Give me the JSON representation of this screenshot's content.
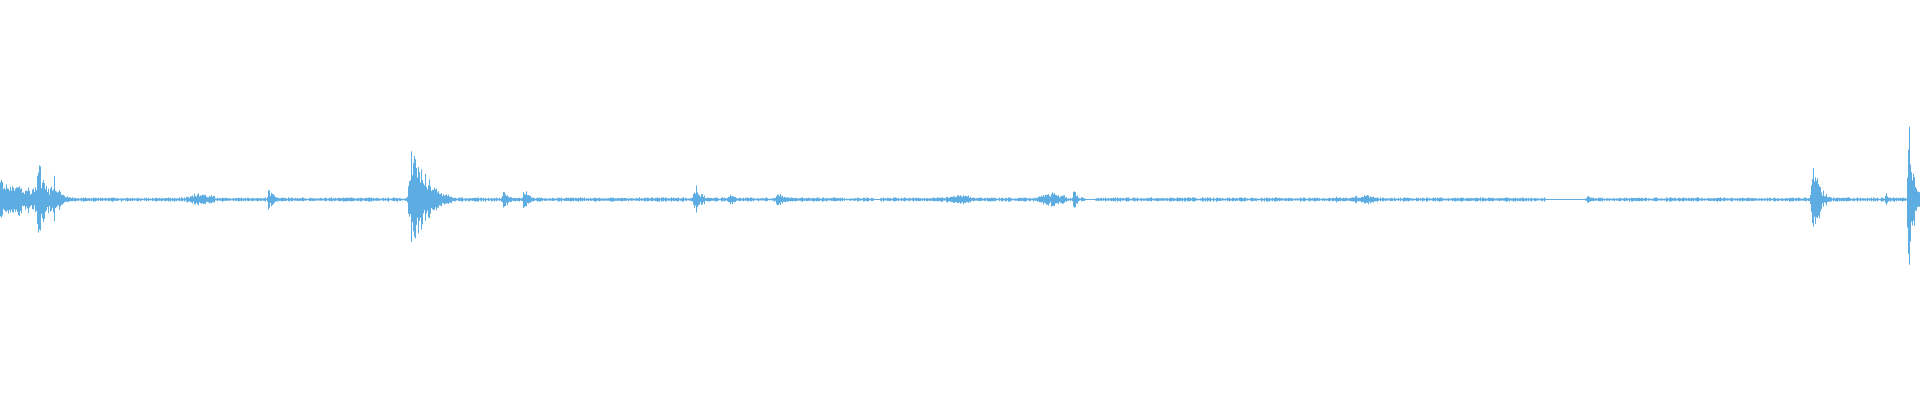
{
  "waveform": {
    "color": "#5DADE2",
    "background": "#ffffff",
    "features": [
      {
        "center": 0.0,
        "width": 0.04,
        "amplitude": 0.12,
        "decay": "sustained"
      },
      {
        "center": 0.02,
        "width": 0.02,
        "amplitude": 0.22,
        "decay": "spike"
      },
      {
        "center": 0.028,
        "width": 0.01,
        "amplitude": 0.14,
        "decay": "spike"
      },
      {
        "center": 0.104,
        "width": 0.015,
        "amplitude": 0.04,
        "decay": "sustained"
      },
      {
        "center": 0.14,
        "width": 0.01,
        "amplitude": 0.07,
        "decay": "spike"
      },
      {
        "center": 0.215,
        "width": 0.022,
        "amplitude": 0.4,
        "decay": "spike"
      },
      {
        "center": 0.262,
        "width": 0.01,
        "amplitude": 0.06,
        "decay": "spike"
      },
      {
        "center": 0.273,
        "width": 0.008,
        "amplitude": 0.09,
        "decay": "spike"
      },
      {
        "center": 0.362,
        "width": 0.012,
        "amplitude": 0.09,
        "decay": "spike"
      },
      {
        "center": 0.38,
        "width": 0.008,
        "amplitude": 0.05,
        "decay": "spike"
      },
      {
        "center": 0.405,
        "width": 0.01,
        "amplitude": 0.06,
        "decay": "spike"
      },
      {
        "center": 0.5,
        "width": 0.015,
        "amplitude": 0.03,
        "decay": "sustained"
      },
      {
        "center": 0.548,
        "width": 0.015,
        "amplitude": 0.04,
        "decay": "sustained"
      },
      {
        "center": 0.559,
        "width": 0.006,
        "amplitude": 0.08,
        "decay": "spike"
      },
      {
        "center": 0.696,
        "width": 0.006,
        "amplitude": 0.03,
        "decay": "spike"
      },
      {
        "center": 0.71,
        "width": 0.015,
        "amplitude": 0.03,
        "decay": "sustained"
      },
      {
        "center": 0.827,
        "width": 0.008,
        "amplitude": 0.03,
        "decay": "spike"
      },
      {
        "center": 0.944,
        "width": 0.01,
        "amplitude": 0.32,
        "decay": "spike"
      },
      {
        "center": 0.982,
        "width": 0.006,
        "amplitude": 0.05,
        "decay": "spike"
      },
      {
        "center": 0.994,
        "width": 0.008,
        "amplitude": 0.52,
        "decay": "spike"
      }
    ],
    "noise_floor": 0.008,
    "silent_segments": [
      {
        "start": 0.455,
        "end": 0.458
      },
      {
        "start": 0.565,
        "end": 0.57
      },
      {
        "start": 0.805,
        "end": 0.825
      }
    ]
  }
}
